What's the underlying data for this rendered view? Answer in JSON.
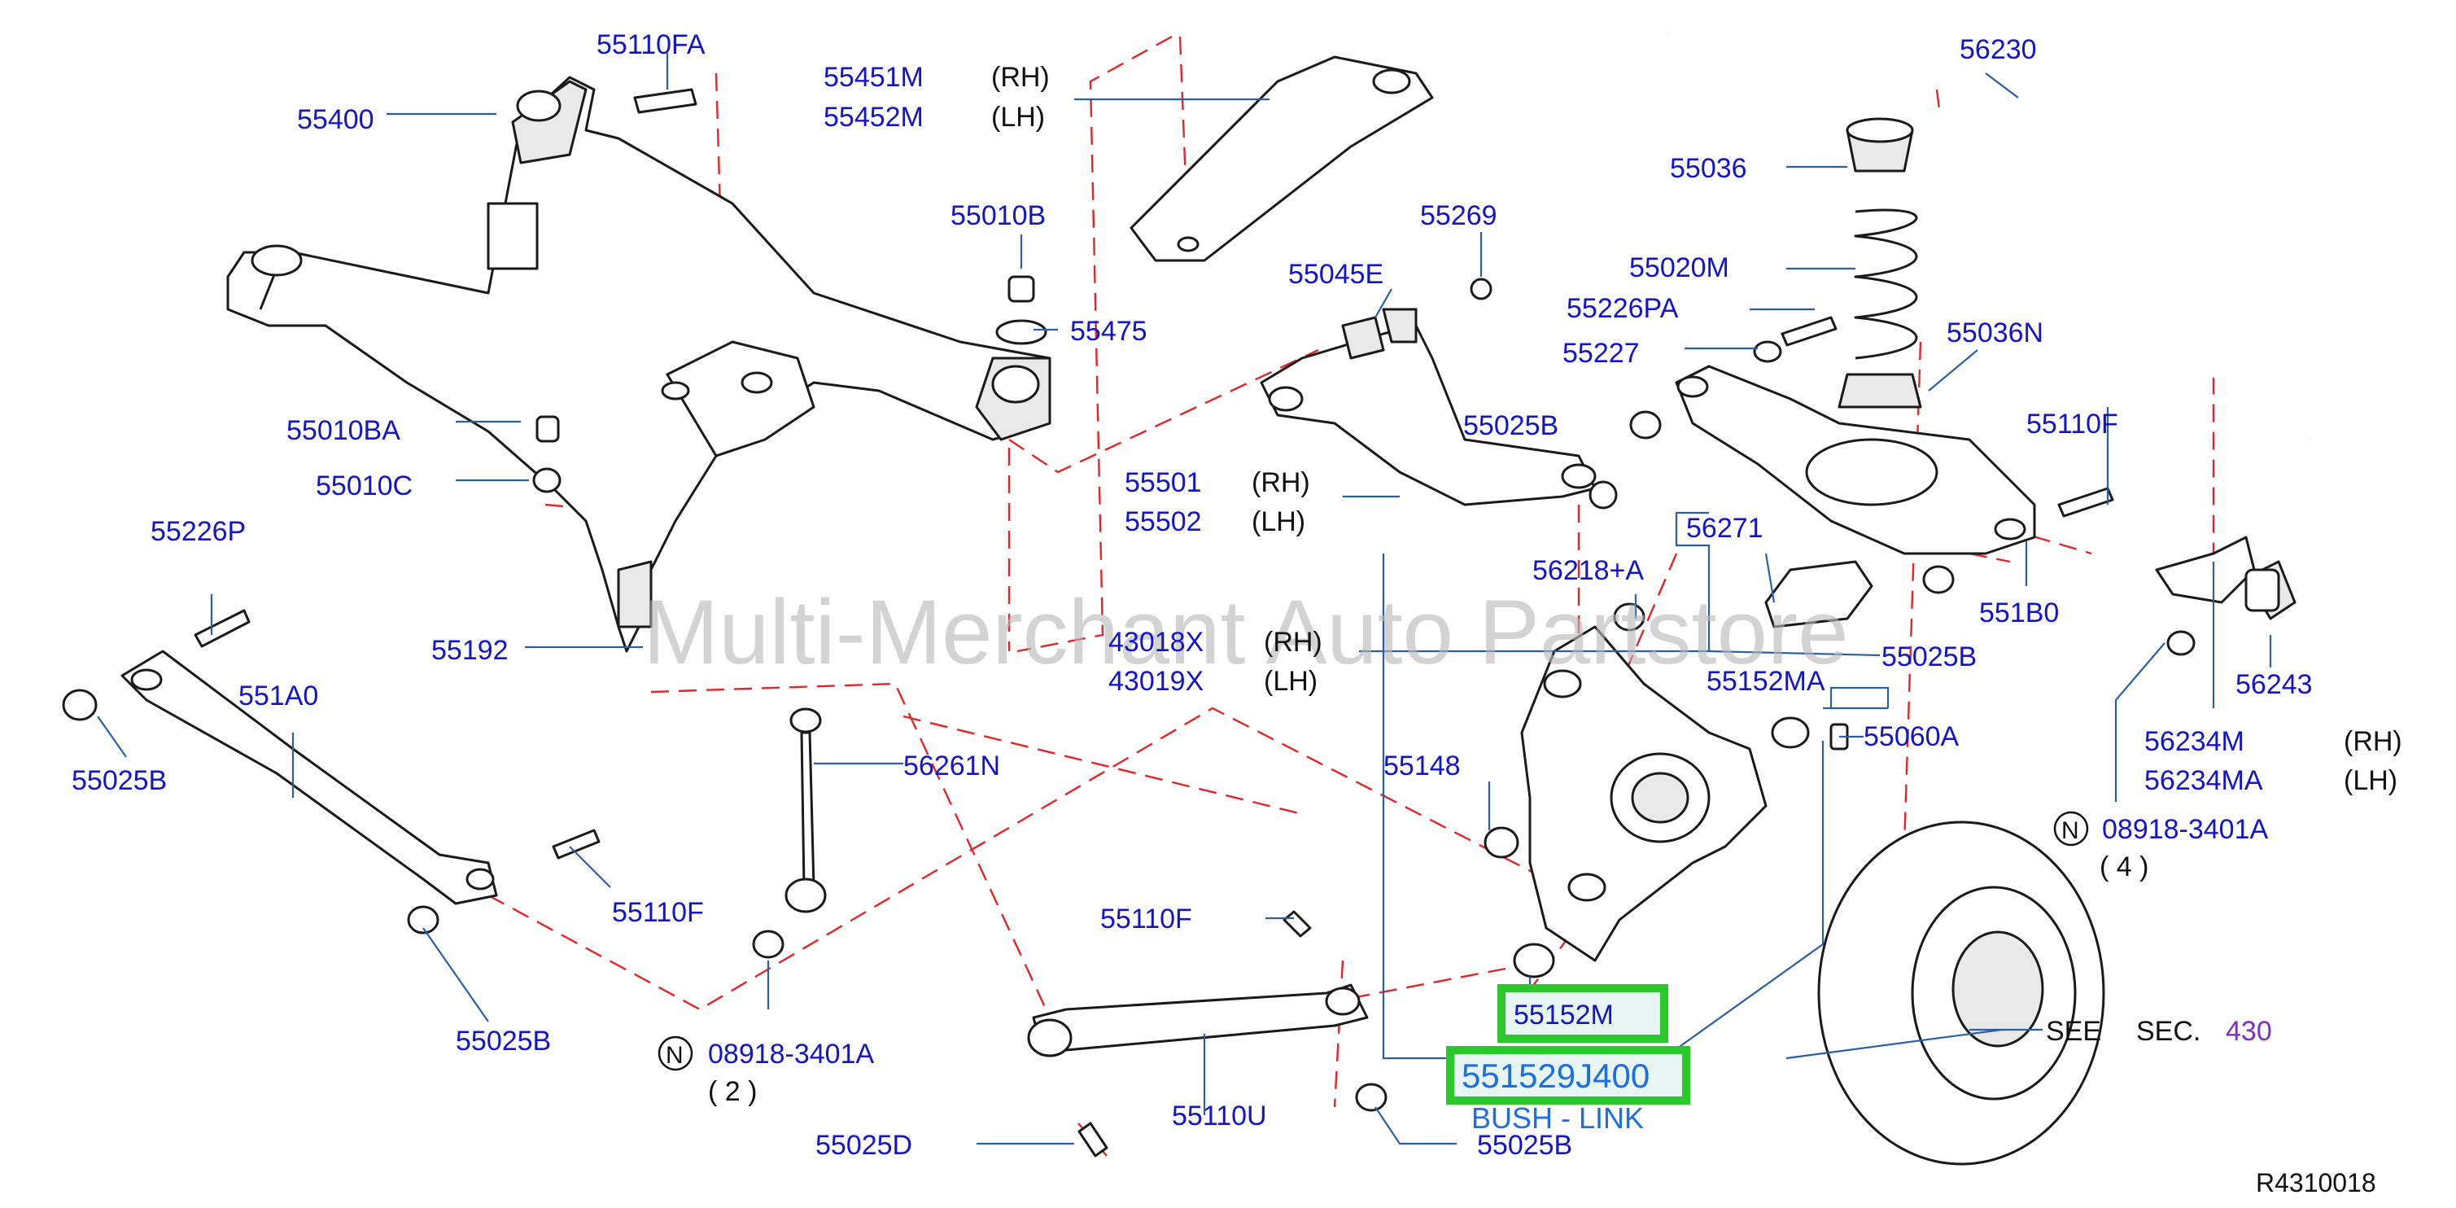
{
  "labels": {
    "p55110FA": "55110FA",
    "p55400": "55400",
    "p55451M": "55451M",
    "p55452M": "55452M",
    "rh1": "(RH)",
    "lh1": "(LH)",
    "p56230": "56230",
    "p55036": "55036",
    "p55020M": "55020M",
    "p55226PA": "55226PA",
    "p55227": "55227",
    "p55036N": "55036N",
    "p55010B": "55010B",
    "p55475": "55475",
    "p55269": "55269",
    "p55045E": "55045E",
    "p55025B_a": "55025B",
    "p55010BA": "55010BA",
    "p55010C": "55010C",
    "p55501": "55501",
    "p55502": "55502",
    "rh2": "(RH)",
    "lh2": "(LH)",
    "p56271": "56271",
    "p55110F_a": "55110F",
    "p551B0": "551B0",
    "p55226P": "55226P",
    "p56218A": "56218+A",
    "p55192": "55192",
    "p43018X": "43018X",
    "p43019X": "43019X",
    "rh3": "(RH)",
    "lh3": "(LH)",
    "p55025B_b": "55025B",
    "p56243": "56243",
    "p551A0": "551A0",
    "p55152MA": "55152MA",
    "p55060A": "55060A",
    "p56234M": "56234M",
    "p56234MA": "56234MA",
    "rh4": "(RH)",
    "lh4": "(LH)",
    "p55025B_c": "55025B",
    "p56261N": "56261N",
    "p55148": "55148",
    "p08918_a": "08918-3401A",
    "qty4": "( 4 )",
    "p55110F_b": "55110F",
    "p55110F_c": "55110F",
    "p55152M": "55152M",
    "p551529J400": "551529J400",
    "bush": "BUSH - LINK",
    "see": "SEE",
    "sec": "SEC.",
    "sec_num": "430",
    "p55025B_d": "55025B",
    "p08918_b": "08918-3401A",
    "qty2": "( 2 )",
    "p55110U": "55110U",
    "p55025D": "55025D",
    "p55025B_e": "55025B",
    "ref": "R4310018",
    "n1": "N",
    "n2": "N"
  },
  "watermark": "Multi-Merchant Auto Partstore",
  "colors": {
    "part_number": "#1414c8",
    "leader": "#2a5fa8",
    "dashed": "#e0262a",
    "highlight": "#2bc82b",
    "subtitle": "#1b6fe0",
    "sec_link": "#7a2fc0"
  }
}
